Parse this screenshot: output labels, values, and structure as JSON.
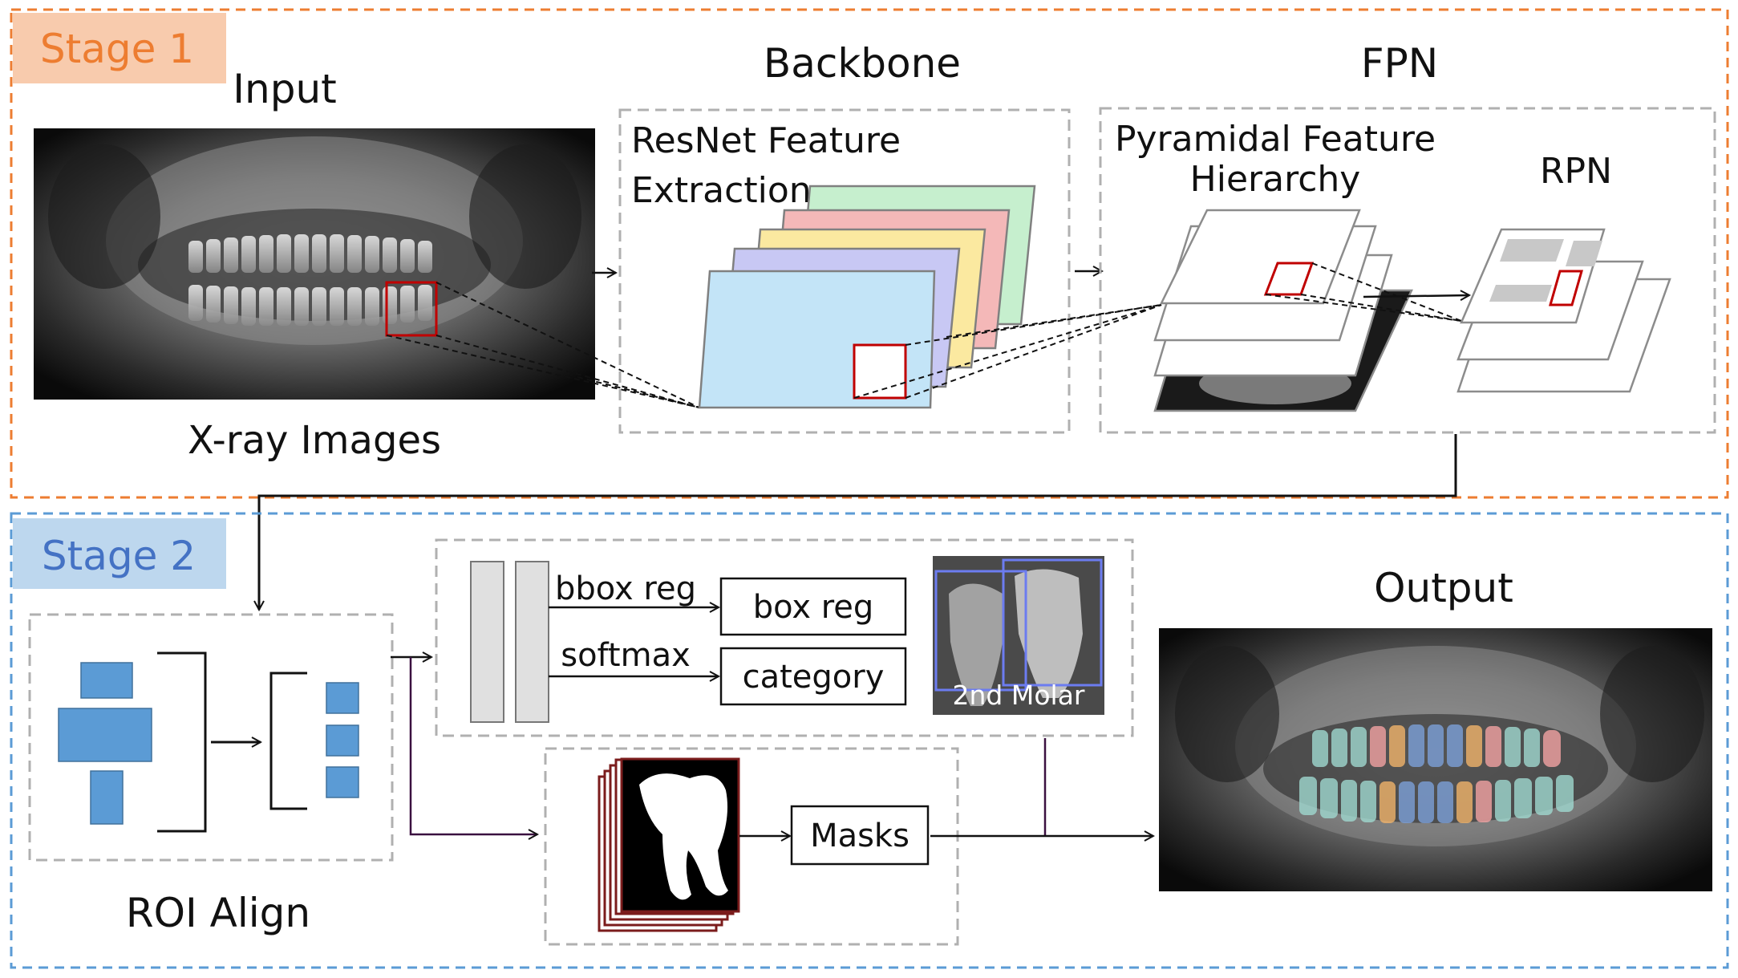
{
  "stage1": {
    "label": "Stage 1",
    "badge_color": "#f8cbad",
    "text_color": "#ed7d31",
    "border_color": "#ed7d31"
  },
  "stage2": {
    "label": "Stage 2",
    "badge_color": "#bdd7ee",
    "text_color": "#4472c4",
    "border_color": "#5b9bd5"
  },
  "input": {
    "title": "Input",
    "caption": "X-ray Images"
  },
  "backbone": {
    "title": "Backbone",
    "caption_line1": "ResNet Feature",
    "caption_line2": "Extraction"
  },
  "fpn": {
    "title": "FPN",
    "caption_line1": "Pyramidal Feature",
    "caption_line2": "Hierarchy",
    "rpn_label": "RPN"
  },
  "roi": {
    "caption": "ROI Align",
    "block_color": "#5b9bd5"
  },
  "heads": {
    "bbox_label": "bbox reg",
    "softmax_label": "softmax",
    "box_reg_box": "box reg",
    "category_box": "category",
    "detection_label": "2nd Molar",
    "masks_box": "Masks"
  },
  "output": {
    "title": "Output"
  },
  "palette": {
    "roi_box": "#c00000",
    "mask_frame": "#7b1c1c",
    "detection_box": "#6c7cf0"
  }
}
